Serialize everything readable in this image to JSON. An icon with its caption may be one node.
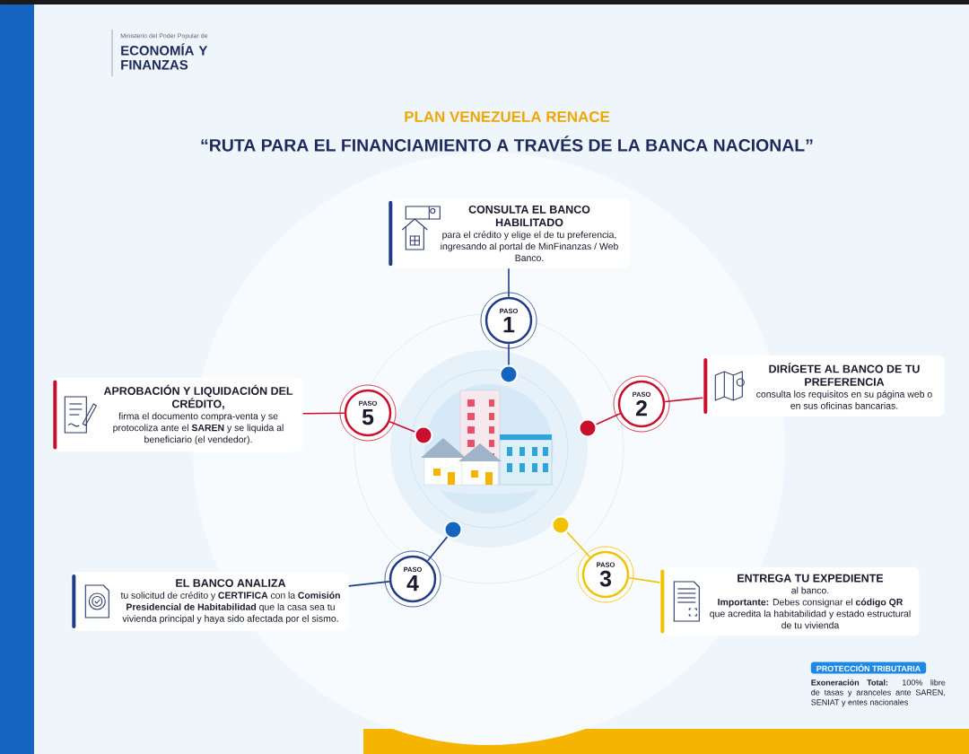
{
  "diagram": {
    "title": "PLAN VENEZUELA RENACE",
    "nodes": [
      {
        "text": [
          "CONSULTA EL BANCO HABILITADO",
          "para el crédito y elige el de tu preferencia, ingresando al portal de MinFinanzas / Web Banco."
        ]
      },
      {
        "text": [
          "PASO",
          "1"
        ]
      },
      {
        "text": [],
        "shape": "circle"
      },
      {
        "text": [
          "DIRÍGETE AL BANCO DE TU PREFERENCIA",
          "consulta los requisitos en su página web o en sus oficinas bancarias."
        ]
      },
      {
        "text": [
          "PASO",
          "2"
        ]
      },
      {
        "text": [],
        "shape": "circle"
      },
      {
        "text": [
          "ENTREGA TU EXPEDIENTE",
          "al banco.",
          "**Importante:** Debes consignar el **código QR** que acredita la habitabilidad y estado estructural de tu vivienda"
        ]
      },
      {
        "text": [
          "PASO",
          "3"
        ]
      },
      {
        "text": [],
        "shape": "circle"
      },
      {
        "text": [
          "EL BANCO ANALIZA",
          "tu solicitud de crédito y **CERTIFICA** con la **Comisión Presidencial de Habitabilidad** que la casa sea tu vivienda principal y haya sido afectada por el sismo."
        ]
      },
      {
        "text": [
          "PASO",
          "4"
        ]
      },
      {
        "text": [],
        "shape": "circle"
      },
      {
        "text": [
          "APROBACIÓN Y LIQUIDACIÓN DEL CRÉDITO,",
          "firma el documento compra-venta y se protocoliza ante el **SAREN** y se liquida al beneficiario (el vendedor)."
        ]
      },
      {
        "text": [
          "PASO",
          "5"
        ]
      },
      {
        "text": [],
        "shape": "circle"
      },
      {
        "text": [],
        "shape": "picture"
      },
      {
        "text": [],
        "shape": "bar"
      },
      {
        "text": [
          "PROTECCIÓN TRIBUTARIA"
        ],
        "beside": [
          "**Exoneración Total:** 100% libre de tasas y aranceles ante SAREN, SENIAT y entes nacionales"
        ]
      }
    ],
    "edges": [
      {
        "from": 0,
        "to": 1,
        "arrow": "none",
        "color": "#1f3c88"
      },
      {
        "from": 1,
        "to": 2,
        "arrow": "none",
        "color": "#1f3c88"
      },
      {
        "from": 3,
        "to": 4,
        "arrow": "none",
        "color": "#c8102e"
      },
      {
        "from": 4,
        "to": 5,
        "arrow": "none",
        "color": "#c8102e"
      },
      {
        "from": 6,
        "to": 7,
        "arrow": "none",
        "color": "#f2c200"
      },
      {
        "from": 7,
        "to": 8,
        "arrow": "none",
        "color": "#f2c200"
      },
      {
        "from": 9,
        "to": 10,
        "arrow": "none",
        "color": "#1f3c88"
      },
      {
        "from": 10,
        "to": 11,
        "arrow": "none",
        "color": "#1f3c88"
      },
      {
        "from": 12,
        "to": 13,
        "arrow": "none",
        "color": "#c8102e"
      },
      {
        "from": 13,
        "to": 14,
        "arrow": "none",
        "color": "#c8102e"
      }
    ],
    "labels": [
      "Ministerio del Poder Popular de",
      "ECONOMÍA Y FINANZAS",
      "“RUTA PARA EL FINANCIAMIENTO A TRAVÉS DE LA BANCA NACIONAL”"
    ]
  }
}
